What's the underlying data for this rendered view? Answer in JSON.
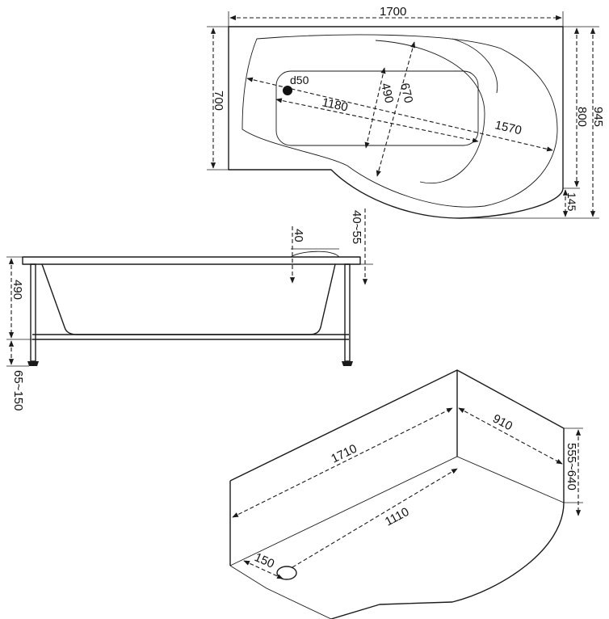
{
  "top_view": {
    "width_overall": "1700",
    "height_rect": "700",
    "height_total": "800",
    "height_max": "945",
    "offset": "145",
    "drain": "d50",
    "inner_length": "1180",
    "inner_diagonal": "1570",
    "inner_width": "490",
    "inner_depth": "670"
  },
  "side_view": {
    "rim": "40",
    "rim_range": "40~55",
    "depth": "490",
    "leg_range": "65~150"
  },
  "iso_view": {
    "length_top": "1710",
    "width_side": "910",
    "height_range": "555~640",
    "length_bottom": "1110",
    "drain_offset": "150"
  }
}
